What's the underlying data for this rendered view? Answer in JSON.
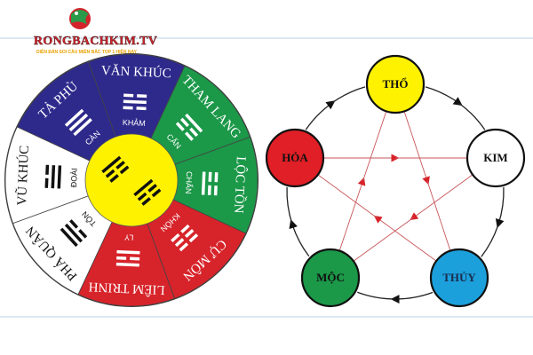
{
  "logo": {
    "text": "RONGBACHKIM.TV",
    "tagline": "DIỄN ĐÀN SOI CẦU MIỀN BẮC TOP 1 HIỆN NAY"
  },
  "wheel": {
    "sectors": [
      {
        "star": "VĂN KHÚC",
        "trigram": "KHẢM",
        "color": "#2e2a8c",
        "text_color": "#ffffff",
        "lines": [
          0,
          1,
          0
        ]
      },
      {
        "star": "THAM LANG",
        "trigram": "CẤN",
        "color": "#1b9848",
        "text_color": "#ffffff",
        "lines": [
          1,
          0,
          0
        ]
      },
      {
        "star": "LỘC TỒN",
        "trigram": "CHẤN",
        "color": "#1b9848",
        "text_color": "#ffffff",
        "lines": [
          0,
          0,
          1
        ]
      },
      {
        "star": "CỰ MÔN",
        "trigram": "KHÔN",
        "color": "#d7232a",
        "text_color": "#ffffff",
        "lines": [
          0,
          0,
          0
        ]
      },
      {
        "star": "LIÊM TRINH",
        "trigram": "LY",
        "color": "#d7232a",
        "text_color": "#ffffff",
        "lines": [
          1,
          0,
          1
        ]
      },
      {
        "star": "PHÁ QUÂN",
        "trigram": "TỐN",
        "color": "#ffffff",
        "text_color": "#111111",
        "lines": [
          1,
          1,
          0
        ]
      },
      {
        "star": "VŨ KHÚC",
        "trigram": "ĐOÀI",
        "color": "#ffffff",
        "text_color": "#111111",
        "lines": [
          0,
          1,
          1
        ]
      },
      {
        "star": "TẢ PHÙ",
        "trigram": "CÀN",
        "color": "#2e2a8c",
        "text_color": "#ffffff",
        "lines": [
          1,
          1,
          1
        ]
      }
    ],
    "center_color": "#fff200"
  },
  "cycle": {
    "nodes": [
      {
        "label": "THỔ",
        "color": "#fff200"
      },
      {
        "label": "KIM",
        "color": "#ffffff"
      },
      {
        "label": "THỦY",
        "color": "#1ba0dc"
      },
      {
        "label": "MỘC",
        "color": "#1b9848"
      },
      {
        "label": "HỎA",
        "color": "#e01f26"
      }
    ],
    "generating_arrow_color": "#111111",
    "controlling_arrow_color": "#d7232a"
  }
}
